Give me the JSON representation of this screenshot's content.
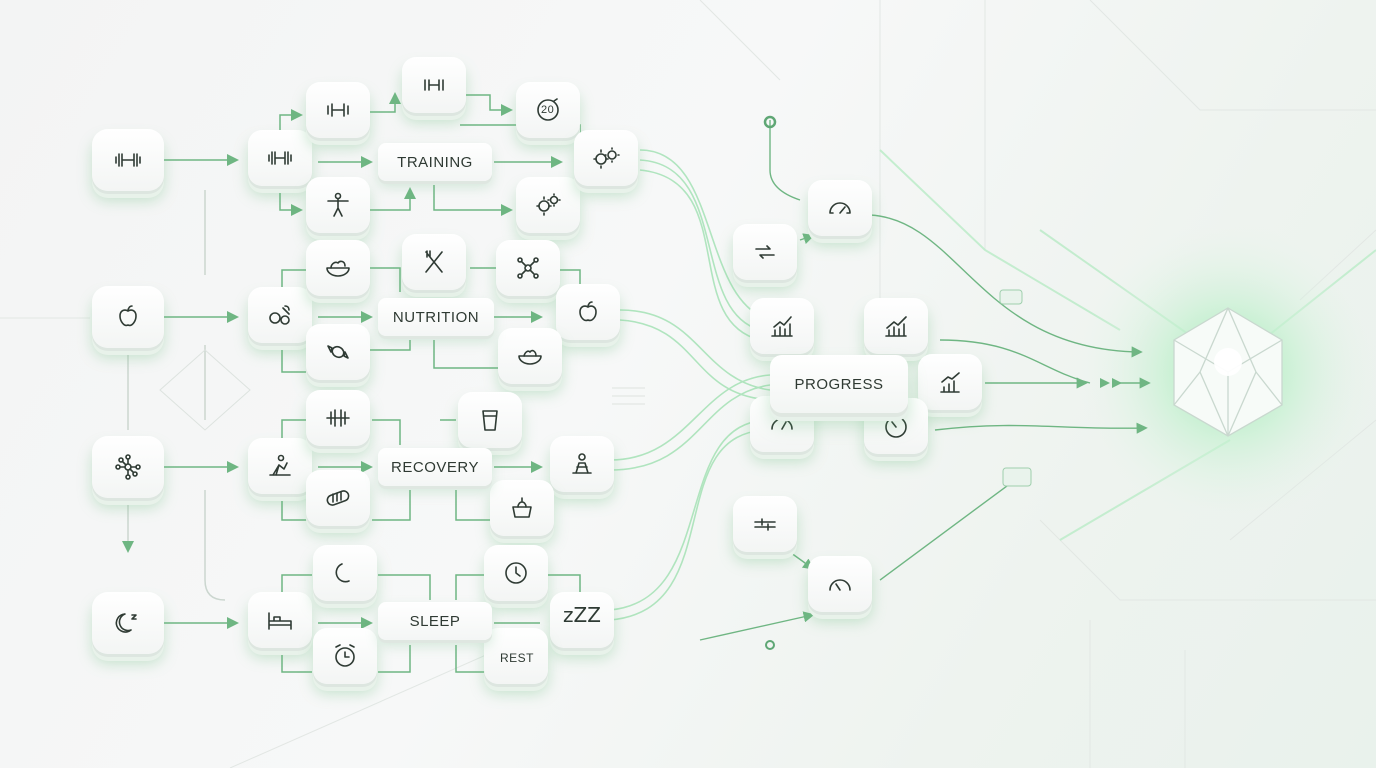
{
  "labels": {
    "training": "TRAINING",
    "nutrition": "NUTRITION",
    "recovery": "RECOVERY",
    "sleep": "SLEEP",
    "progress": "PROGRESS",
    "rest": "REST",
    "timer_20": "20",
    "zzz": "zZZ"
  },
  "icons": {
    "training_root": "dumbbell-icon",
    "nutrition_root": "apple-icon",
    "recovery_root": "network-icon",
    "sleep_root": "moon-icon",
    "goal": "crystal-gem-icon"
  },
  "colors": {
    "accent": "#7fd99a",
    "line": "#7cbf8e",
    "text": "#2f3a33"
  }
}
